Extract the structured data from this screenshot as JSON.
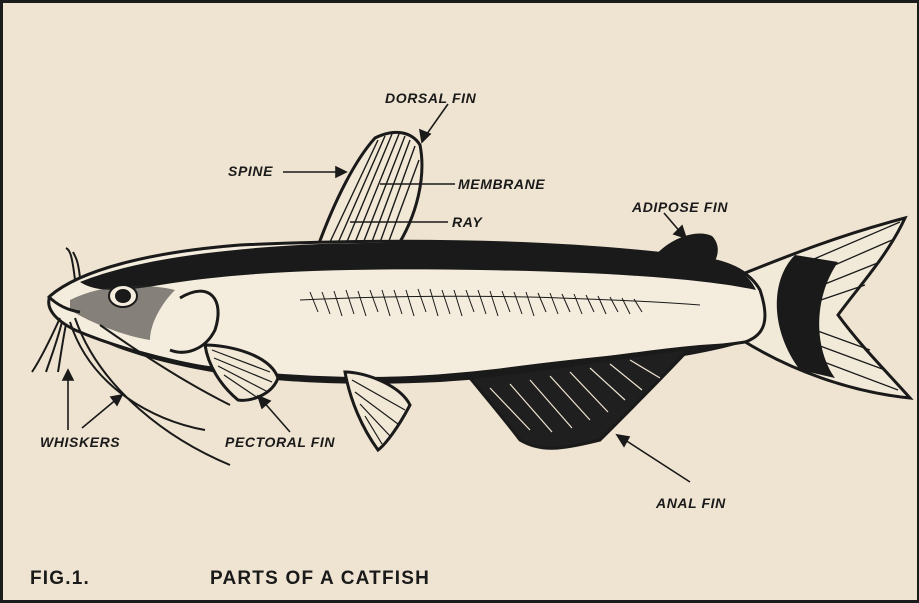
{
  "labels": {
    "dorsal_fin": "DORSAL FIN",
    "spine": "SPINE",
    "membrane": "MEMBRANE",
    "ray": "RAY",
    "adipose_fin": "ADIPOSE FIN",
    "whiskers": "WHISKERS",
    "pectoral_fin": "PECTORAL FIN",
    "anal_fin": "ANAL FIN"
  },
  "caption": {
    "figure_number": "FIG.1.",
    "title": "PARTS OF A CATFISH"
  },
  "colors": {
    "paper": "#efe4d1",
    "ink": "#1a1a1a",
    "belly": "#f4ecdc"
  }
}
